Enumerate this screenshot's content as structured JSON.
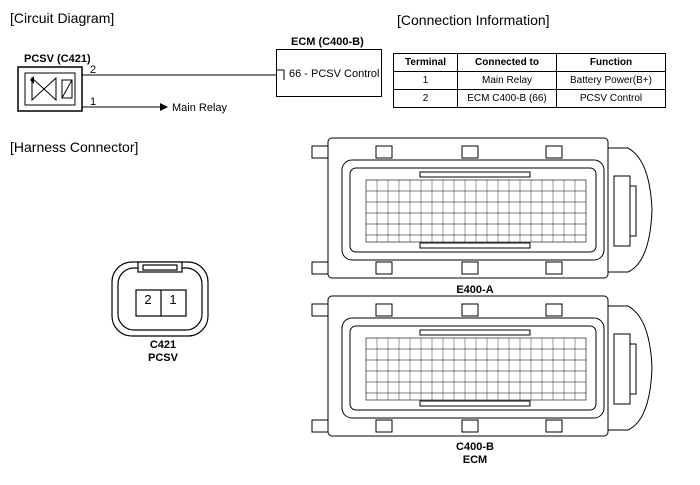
{
  "sections": {
    "circuit": "[Circuit Diagram]",
    "connection": "[Connection Information]",
    "harness": "[Harness Connector]"
  },
  "circuit": {
    "pcsv_label": "PCSV (C421)",
    "ecm_label": "ECM (C400-B)",
    "ecm_pin_label": "66 - PCSV Control",
    "pin2": "2",
    "pin1": "1",
    "main_relay": "Main Relay"
  },
  "table": {
    "headers": [
      "Terminal",
      "Connected to",
      "Function"
    ],
    "rows": [
      [
        "1",
        "Main Relay",
        "Battery Power(B+)"
      ],
      [
        "2",
        "ECM C400-B (66)",
        "PCSV Control"
      ]
    ]
  },
  "connectors": {
    "c421": {
      "pins": [
        "2",
        "1"
      ],
      "name": "C421",
      "desc": "PCSV"
    },
    "e400a": {
      "name": "E400-A"
    },
    "c400b": {
      "name": "C400-B",
      "desc": "ECM"
    }
  }
}
